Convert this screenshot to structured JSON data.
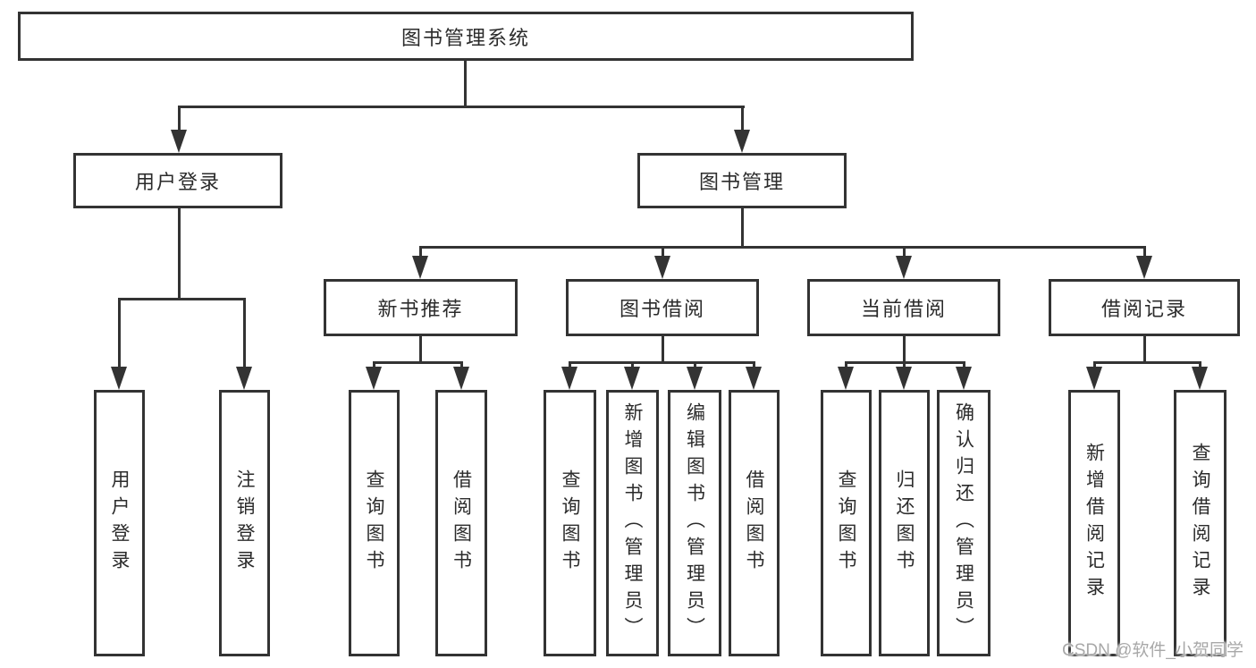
{
  "diagram": {
    "title": "图书管理系统",
    "level2": {
      "user_login": "用户登录",
      "book_management": "图书管理"
    },
    "level3": {
      "new_book_recommend": "新书推荐",
      "book_borrowing": "图书借阅",
      "current_borrowing": "当前借阅",
      "borrowing_records": "借阅记录"
    },
    "leaves": {
      "user_login": [
        "用户登录",
        "注销登录"
      ],
      "new_book_recommend": [
        "查询图书",
        "借阅图书"
      ],
      "book_borrowing": [
        "查询图书",
        "新增图书（管理员）",
        "编辑图书（管理员）",
        "借阅图书"
      ],
      "current_borrowing": [
        "查询图书",
        "归还图书",
        "确认归还（管理员）"
      ],
      "borrowing_records": [
        "新增借阅记录",
        "查询借阅记录"
      ]
    },
    "watermark": "CSDN @软件_小贺同学",
    "colors": {
      "line": "#333333",
      "text": "#2b2b2b",
      "watermark": "#a8a8a8",
      "background": "#ffffff"
    }
  }
}
